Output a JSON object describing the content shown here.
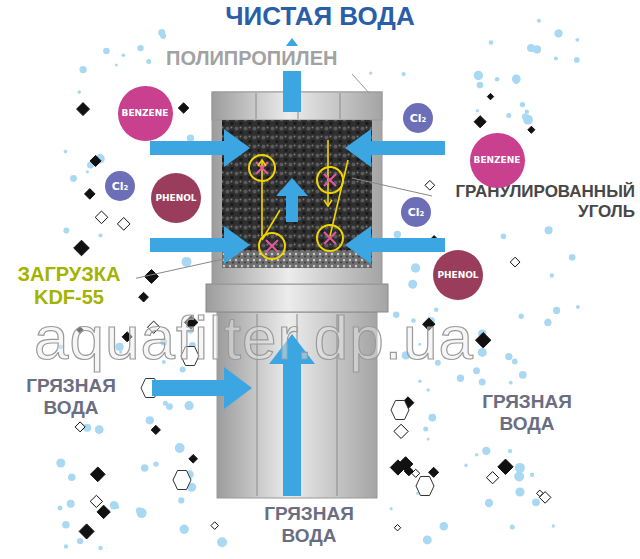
{
  "diagram": {
    "title": "ЧИСТАЯ ВОДА",
    "nodes": [
      {
        "text": [
          "BENZENE"
        ]
      },
      {
        "text": [
          "Cl₂"
        ]
      },
      {
        "text": [
          "BENZENE"
        ]
      },
      {
        "text": [
          "Cl₂"
        ]
      },
      {
        "text": [
          "PHENOL"
        ]
      },
      {
        "text": [
          "Cl₂"
        ]
      },
      {
        "text": [
          "PHENOL"
        ]
      }
    ],
    "labels": [
      "ПОЛИПРОПИЛЕН",
      "ГРАНУЛИРОВАННЫЙ УГОЛЬ",
      "ЗАГРУЗКА KDF-55",
      "aquafilter.dp.ua",
      "ГРЯЗНАЯ ВОДА",
      "ГРЯЗНАЯ ВОДА",
      "ГРЯЗНАЯ ВОДА"
    ]
  }
}
